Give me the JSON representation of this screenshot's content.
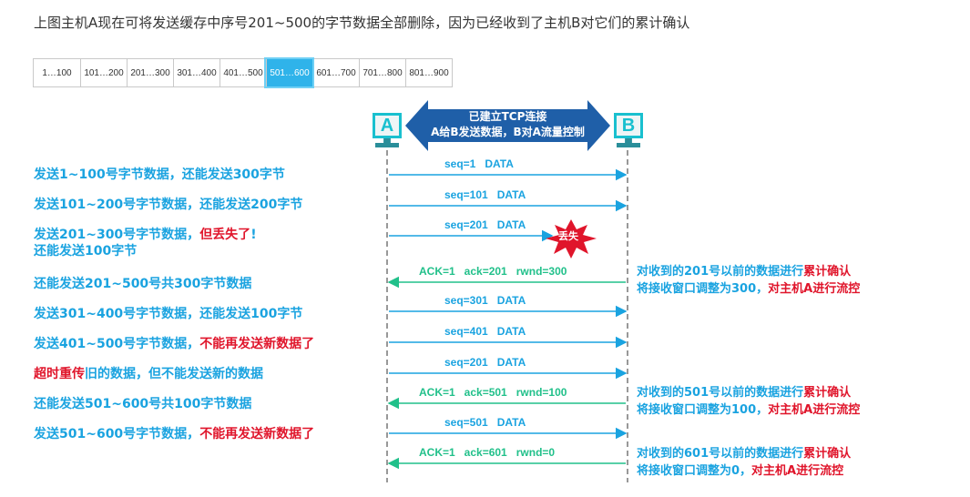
{
  "caption": "上图主机A现在可将发送缓存中序号201~500的字节数据全部删除，因为已经收到了主机B对它们的累计确认",
  "buffer": [
    "1…100",
    "101…200",
    "201…300",
    "301…400",
    "401…500",
    "501…600",
    "601…700",
    "701…800",
    "801…900"
  ],
  "buffer_highlight_index": 5,
  "host_a": "A",
  "host_b": "B",
  "connection": {
    "line1": "已建立TCP连接",
    "line2": "A给B发送数据，B对A流量控制"
  },
  "lost_label": "丢失",
  "events": [
    {
      "parts": [
        {
          "t": "发送1~100号字节数据，还能发送300字节",
          "c": "blue"
        }
      ]
    },
    {
      "parts": [
        {
          "t": "发送101~200号字节数据，还能发送200字节",
          "c": "blue"
        }
      ]
    },
    {
      "parts": [
        {
          "t": "发送201~300号字节数据，",
          "c": "blue"
        },
        {
          "t": "但丢失了",
          "c": "red"
        },
        {
          "t": "!",
          "c": "blue"
        }
      ],
      "line2": "还能发送100字节"
    },
    {
      "parts": [
        {
          "t": "还能发送201~500号共300字节数据",
          "c": "blue"
        }
      ]
    },
    {
      "parts": [
        {
          "t": "发送301~400号字节数据，还能发送100字节",
          "c": "blue"
        }
      ]
    },
    {
      "parts": [
        {
          "t": "发送401~500号字节数据，",
          "c": "blue"
        },
        {
          "t": "不能再发送新数据了",
          "c": "red"
        }
      ]
    },
    {
      "parts": [
        {
          "t": "超时重传",
          "c": "red"
        },
        {
          "t": "旧的数据，但不能发送新的数据",
          "c": "blue"
        }
      ]
    },
    {
      "parts": [
        {
          "t": "还能发送501~600号共100字节数据",
          "c": "blue"
        }
      ]
    },
    {
      "parts": [
        {
          "t": "发送501~600号字节数据，",
          "c": "blue"
        },
        {
          "t": "不能再发送新数据了",
          "c": "red"
        }
      ]
    }
  ],
  "messages": [
    {
      "text": "seq=1   DATA",
      "dir": "AtoB"
    },
    {
      "text": "seq=101   DATA",
      "dir": "AtoB"
    },
    {
      "text": "seq=201   DATA",
      "dir": "AtoB",
      "lost": true
    },
    {
      "text": "ACK=1   ack=201   rwnd=300",
      "dir": "BtoA"
    },
    {
      "text": "seq=301   DATA",
      "dir": "AtoB"
    },
    {
      "text": "seq=401   DATA",
      "dir": "AtoB"
    },
    {
      "text": "seq=201   DATA",
      "dir": "AtoB"
    },
    {
      "text": "ACK=1   ack=501   rwnd=100",
      "dir": "BtoA"
    },
    {
      "text": "seq=501   DATA",
      "dir": "AtoB"
    },
    {
      "text": "ACK=1   ack=601   rwnd=0",
      "dir": "BtoA"
    }
  ],
  "annotations": [
    {
      "line1": [
        {
          "t": "对收到的201号以前的数据进行",
          "c": "blue"
        },
        {
          "t": "累计确认",
          "c": "red"
        }
      ],
      "line2": [
        {
          "t": "将接收窗口调整为300，",
          "c": "blue"
        },
        {
          "t": "对主机A进行流控",
          "c": "red"
        }
      ]
    },
    {
      "line1": [
        {
          "t": "对收到的501号以前的数据进行",
          "c": "blue"
        },
        {
          "t": "累计确认",
          "c": "red"
        }
      ],
      "line2": [
        {
          "t": "将接收窗口调整为100，",
          "c": "blue"
        },
        {
          "t": "对主机A进行流控",
          "c": "red"
        }
      ]
    },
    {
      "line1": [
        {
          "t": "对收到的601号以前的数据进行",
          "c": "blue"
        },
        {
          "t": "累计确认",
          "c": "red"
        }
      ],
      "line2": [
        {
          "t": "将接收窗口调整为0，",
          "c": "blue"
        },
        {
          "t": "对主机A进行流控",
          "c": "red"
        }
      ]
    }
  ],
  "colors": {
    "blue": "#1aa3e0",
    "red": "#e0152b",
    "green": "#21c08a",
    "teal": "#19c0cf",
    "navy": "#1f5fa8"
  }
}
